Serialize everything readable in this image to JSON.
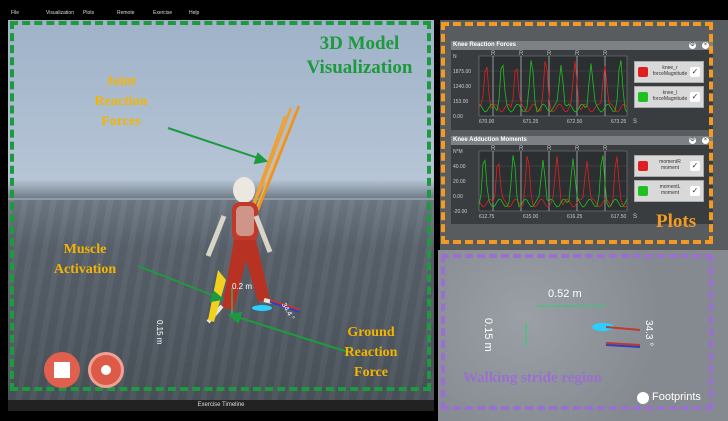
{
  "menu": [
    "File",
    "Visualization",
    "Plots",
    "Remote",
    "Exercise",
    "Help"
  ],
  "scene": {
    "title": "3D Model Visualization",
    "annotations": {
      "joint_reaction": "Joint Reaction Forces",
      "muscle_activation": "Muscle Activation",
      "ground_reaction": "Ground Reaction Force"
    },
    "measure_length": "0.2 m",
    "measure_height": "0.15 m",
    "foot_angle": "34.4 °"
  },
  "controls": {
    "stop_label": "stop",
    "record_label": "record"
  },
  "timeline": "Exercise Timeline",
  "plots": {
    "label": "Plots",
    "panels": [
      {
        "title": "Knee Reaction Forces",
        "y_ticks": [
          "N",
          "1875.00",
          "1240.00",
          "153.00",
          "0.00"
        ],
        "x_ticks": [
          "670.00",
          "671.25",
          "672.50",
          "673.25"
        ],
        "markers": [
          "R",
          "R",
          "R",
          "R",
          "R"
        ],
        "x_unit": "S",
        "legend": [
          {
            "label": "knee_r forceMagnitude",
            "color": "#e02020"
          },
          {
            "label": "knee_l forceMagnitude",
            "color": "#20c020"
          }
        ]
      },
      {
        "title": "Knee Adduction Moments",
        "y_ticks": [
          "N*M",
          "40.00",
          "20.00",
          "0.00",
          "-20.00"
        ],
        "x_ticks": [
          "612.75",
          "615.00",
          "616.25",
          "617.50"
        ],
        "markers": [
          "R",
          "R",
          "R",
          "R",
          "R"
        ],
        "x_unit": "S",
        "legend": [
          {
            "label": "momentR moment",
            "color": "#e02020"
          },
          {
            "label": "momentL moment",
            "color": "#20c020"
          }
        ]
      }
    ]
  },
  "walking": {
    "label": "Walking stride region",
    "stride": "0.52 m",
    "height": "0.15 m",
    "angle": "34.3 °",
    "footprints_label": "Footprints"
  },
  "colors": {
    "scene_box": "#1d9a3e",
    "plots_box": "#f39a22",
    "walk_box": "#9b6fcf",
    "annotation": "#f4b400"
  }
}
